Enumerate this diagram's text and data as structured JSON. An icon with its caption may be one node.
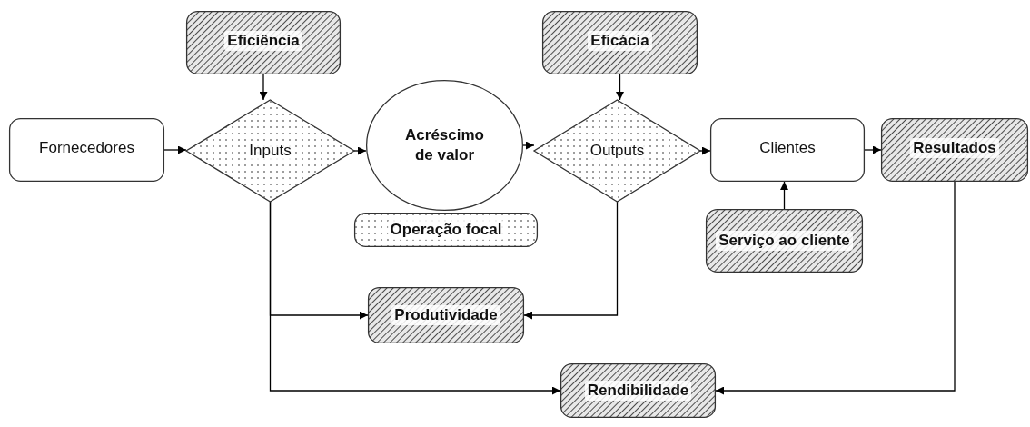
{
  "diagram": {
    "nodes": [
      {
        "text": [
          "Eficiência"
        ]
      },
      {
        "text": [
          "Eficácia"
        ]
      },
      {
        "text": [
          "Fornecedores"
        ]
      },
      {
        "text": [
          "Inputs"
        ]
      },
      {
        "text": [
          "Acréscimo de valor"
        ]
      },
      {
        "text": [
          "Operação focal"
        ]
      },
      {
        "text": [
          "Outputs"
        ]
      },
      {
        "text": [
          "Clientes"
        ]
      },
      {
        "text": [
          "Resultados"
        ]
      },
      {
        "text": [
          "Serviço ao cliente"
        ]
      },
      {
        "text": [
          "Produtividade"
        ]
      },
      {
        "text": [
          "Rendibilidade"
        ]
      }
    ],
    "edges": [
      {
        "from": 0,
        "to": 3,
        "arrow": "to"
      },
      {
        "from": 1,
        "to": 6,
        "arrow": "to"
      },
      {
        "from": 2,
        "to": 3,
        "arrow": "to"
      },
      {
        "from": 3,
        "to": 4,
        "arrow": "to"
      },
      {
        "from": 4,
        "to": 6,
        "arrow": "to"
      },
      {
        "from": 6,
        "to": 7,
        "arrow": "to"
      },
      {
        "from": 7,
        "to": 8,
        "arrow": "to"
      },
      {
        "from": 9,
        "to": 7,
        "arrow": "to"
      },
      {
        "from": 3,
        "to": 10,
        "arrow": "to"
      },
      {
        "from": 6,
        "to": 10,
        "arrow": "to"
      },
      {
        "from": 3,
        "to": 11,
        "arrow": "to"
      },
      {
        "from": 8,
        "to": 11,
        "arrow": "to"
      }
    ]
  }
}
